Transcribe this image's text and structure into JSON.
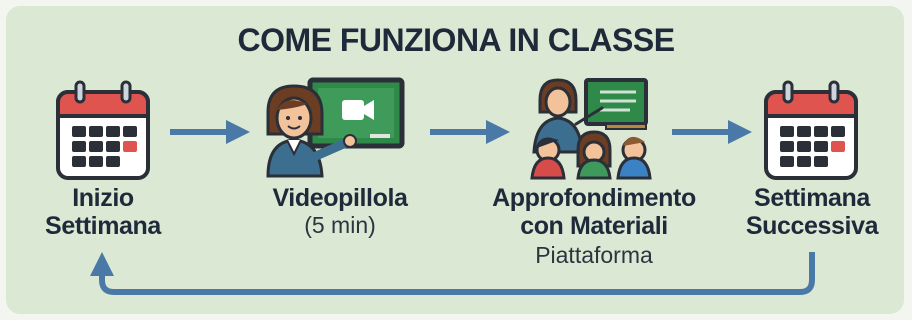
{
  "title": "COME FUNZIONA IN CLASSE",
  "steps": [
    {
      "label_line1": "Inizio",
      "label_line2": "Settimana",
      "icon": "calendar-icon"
    },
    {
      "label_line1": "Videopillola",
      "sub": "(5 min)",
      "icon": "teacher-video-icon"
    },
    {
      "label_line1": "Approfondimento",
      "label_line2": "con Materiali",
      "sub": "Piattaforma",
      "icon": "classroom-icon"
    },
    {
      "label_line1": "Settimana",
      "label_line2": "Successiva",
      "icon": "calendar-icon"
    }
  ],
  "colors": {
    "background": "#dbe8d4",
    "arrow": "#4a79a8",
    "calendar_header": "#e05450",
    "board": "#2f8a4a",
    "text": "#1e2a3a"
  }
}
